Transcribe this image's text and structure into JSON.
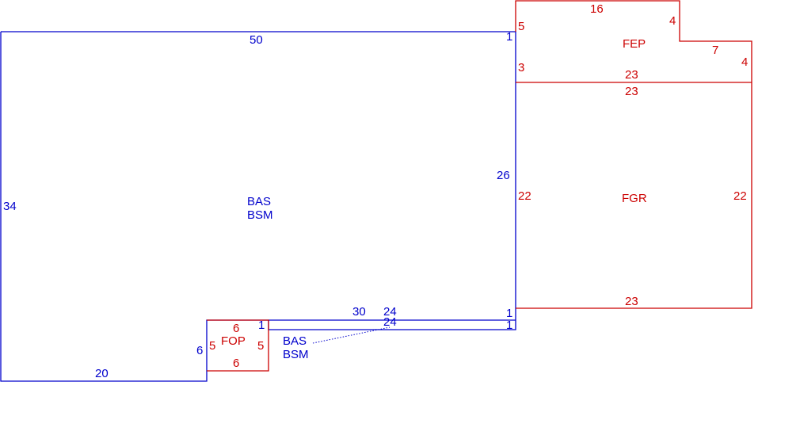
{
  "colors": {
    "main": "#0000cc",
    "aux": "#cc0000"
  },
  "areas": {
    "main_line1": "BAS",
    "main_line2": "BSM",
    "small_line1": "BAS",
    "small_line2": "BSM",
    "fop": "FOP",
    "fep": "FEP",
    "fgr": "FGR"
  },
  "dims": {
    "main_top": "50",
    "main_left": "34",
    "main_bottom": "20",
    "main_right": "26",
    "main_top_right_jog": "1",
    "notch_left": "6",
    "notch_corner": "1",
    "notch_top": "30",
    "strip_top": "24",
    "strip_bottom": "24",
    "strip_right_top": "1",
    "strip_right_bottom": "1",
    "fop_top": "6",
    "fop_bottom": "6",
    "fop_left": "5",
    "fop_right": "5",
    "fep_top": "16",
    "fep_left_upper": "5",
    "fep_left_lower": "3",
    "fep_step_down": "4",
    "fep_step_across": "7",
    "fep_right": "4",
    "fep_bottom": "23",
    "fgr_top": "23",
    "fgr_left": "22",
    "fgr_right": "22",
    "fgr_bottom": "23"
  }
}
